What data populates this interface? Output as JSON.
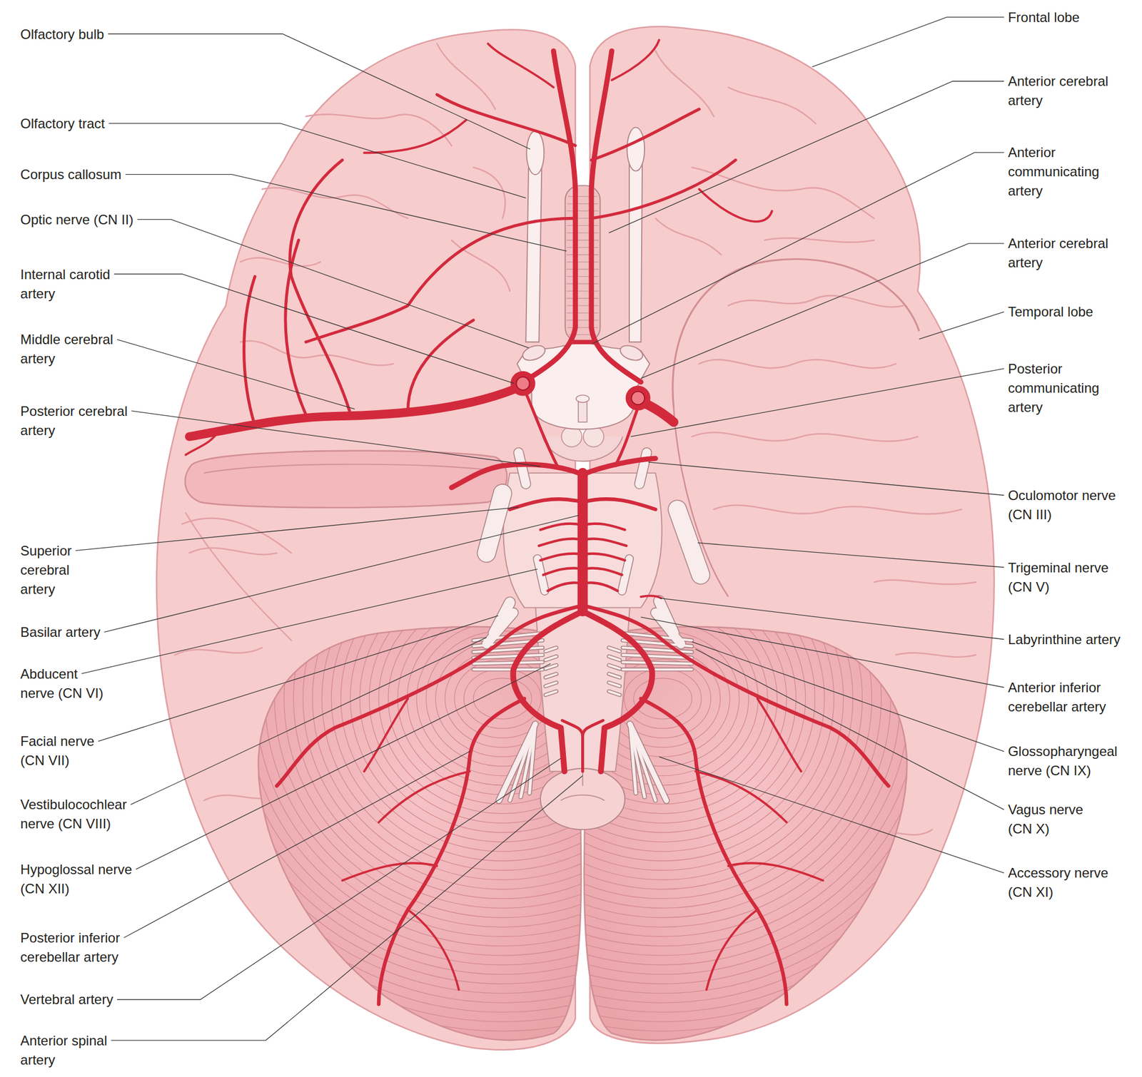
{
  "diagram": {
    "labels": [
      "Olfactory bulb",
      "Olfactory tract",
      "Corpus callosum",
      "Optic nerve (CN II)",
      "Internal carotid artery",
      "Middle cerebral artery",
      "Posterior cerebral artery",
      "Superior cerebral artery",
      "Basilar artery",
      "Abducent nerve (CN VI)",
      "Facial nerve (CN VII)",
      "Vestibulocochlear nerve (CN VIII)",
      "Hypoglossal nerve (CN XII)",
      "Posterior inferior cerebellar artery",
      "Vertebral artery",
      "Anterior spinal artery",
      "Frontal lobe",
      "Anterior cerebral artery",
      "Anterior communicating artery",
      "Anterior cerebral artery",
      "Temporal lobe",
      "Posterior communicating artery",
      "Oculomotor nerve (CN III)",
      "Trigeminal nerve (CN V)",
      "Labyrinthine artery",
      "Anterior inferior cerebellar artery",
      "Glossopharyngeal nerve (CN IX)",
      "Vagus nerve (CN X)",
      "Accessory nerve (CN XI)"
    ]
  }
}
